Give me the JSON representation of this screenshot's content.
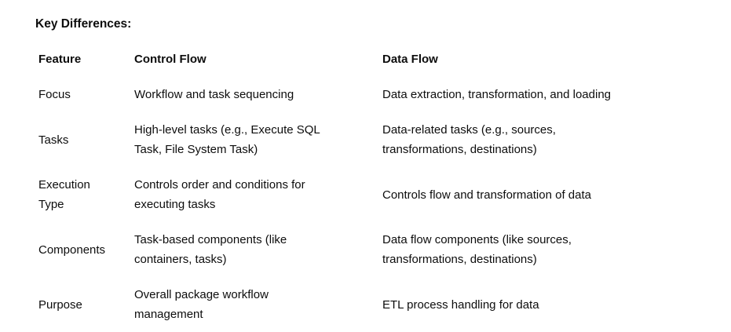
{
  "section": {
    "heading": "Key Differences:"
  },
  "table": {
    "columns": [
      "Feature",
      "Control Flow",
      "Data Flow"
    ],
    "rows": [
      {
        "feature": "Focus",
        "control_flow": "Workflow and task sequencing",
        "data_flow": "Data extraction, transformation, and loading"
      },
      {
        "feature": "Tasks",
        "control_flow": "High-level tasks (e.g., Execute SQL\nTask, File System Task)",
        "data_flow": "Data-related tasks (e.g., sources,\ntransformations, destinations)"
      },
      {
        "feature": "Execution\nType",
        "control_flow": "Controls order and conditions for\nexecuting tasks",
        "data_flow": "Controls flow and transformation of data"
      },
      {
        "feature": "Components",
        "control_flow": "Task-based components (like\ncontainers, tasks)",
        "data_flow": "Data flow components (like sources,\ntransformations, destinations)"
      },
      {
        "feature": "Purpose",
        "control_flow": "Overall package workflow\nmanagement",
        "data_flow": "ETL process handling for data"
      }
    ]
  },
  "colors": {
    "text": "#0d0d0d",
    "background": "#ffffff"
  }
}
